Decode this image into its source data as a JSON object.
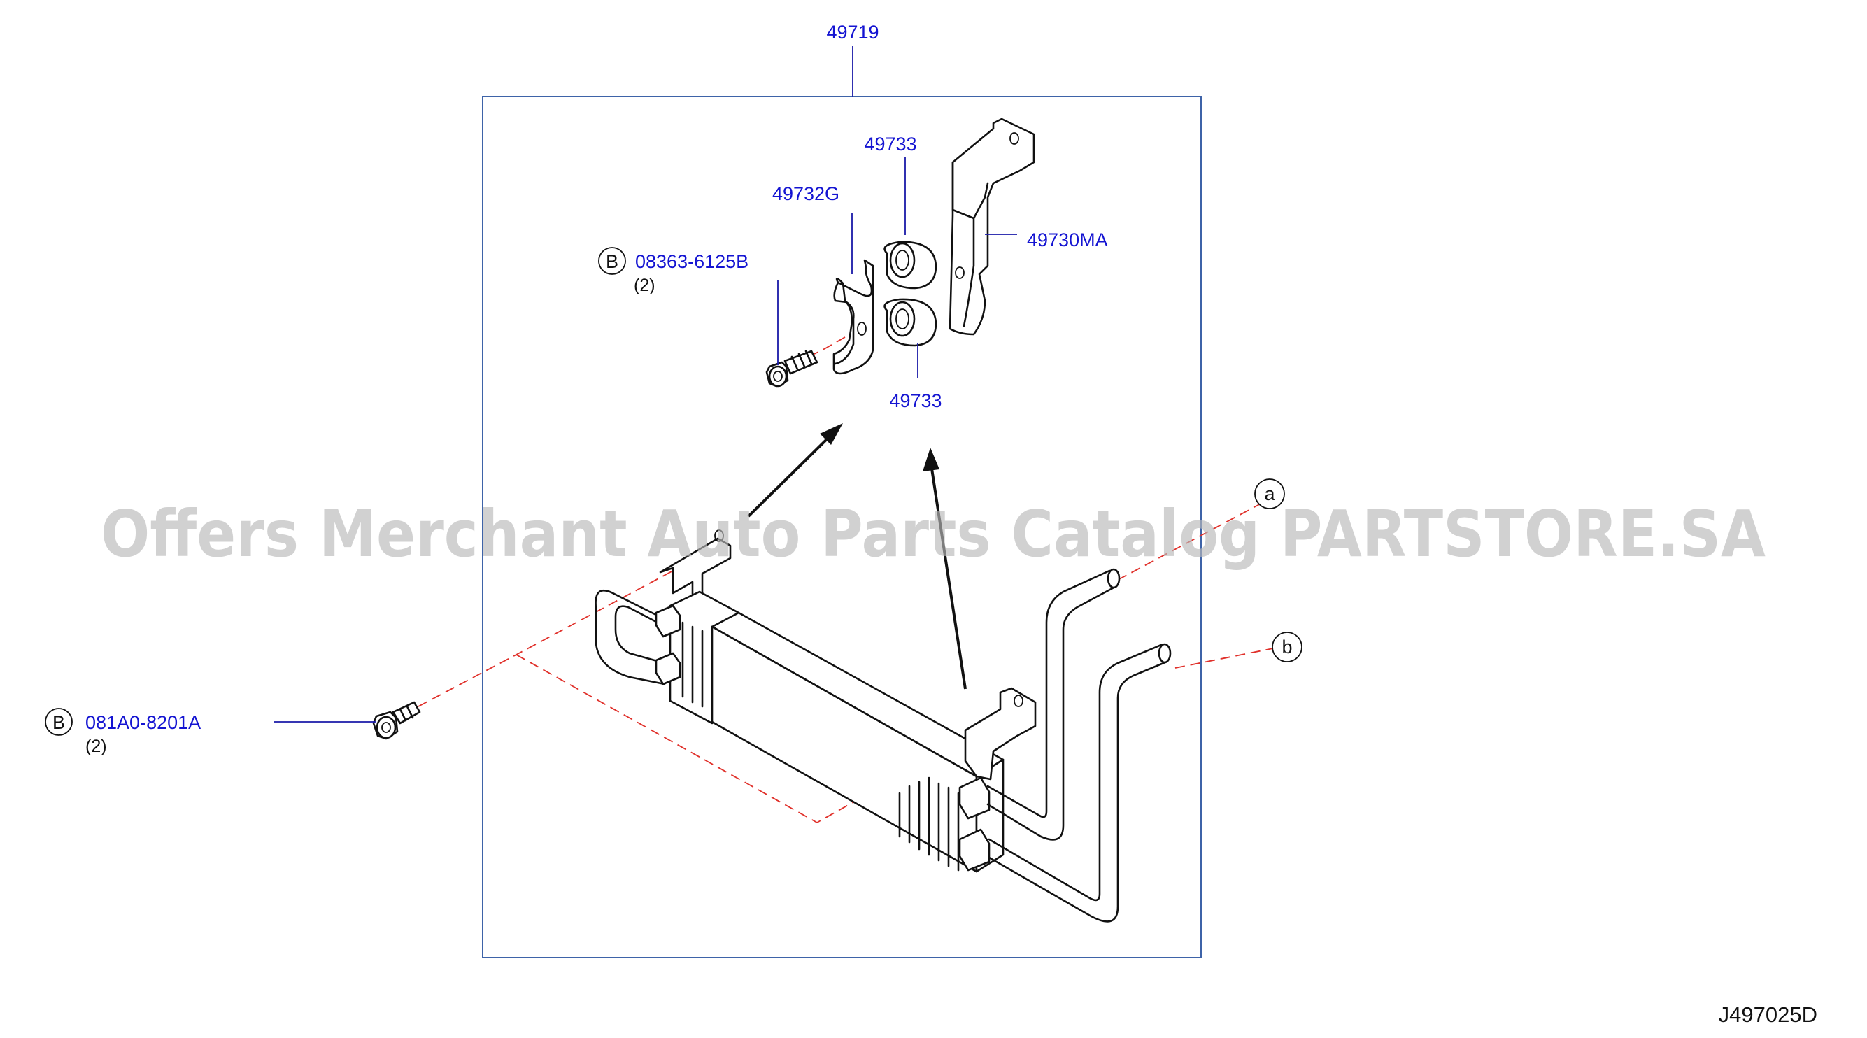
{
  "labels": {
    "assembly": "49719",
    "bushing_top": "49733",
    "bushing_bottom": "49733",
    "clamp": "49732G",
    "bracket": "49730MA",
    "bolt_upper": "08363-6125B",
    "bolt_upper_qty": "(2)",
    "bolt_lower": "081A0-8201A",
    "bolt_lower_qty": "(2)",
    "ref_a": "a",
    "ref_b": "b",
    "bolt_marker_upper": "B",
    "bolt_marker_lower": "B"
  },
  "watermark": "Offers Merchant Auto Parts Catalog PARTSTORE.SA",
  "drawing_code": "J497025D",
  "colors": {
    "label": "#1414d2",
    "leader": "#1a1aa8",
    "frame": "#3e63a8",
    "phantom_line": "#e0302a",
    "watermark": "#b9b9b9"
  }
}
